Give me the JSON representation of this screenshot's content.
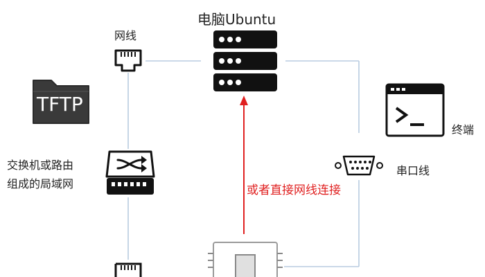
{
  "nodes": {
    "server": {
      "label": "电脑Ubuntu",
      "icon": "server-icon"
    },
    "cable_top": {
      "label": "网线",
      "icon": "ethernet-port-icon"
    },
    "tftp": {
      "label": "TFTP",
      "icon": "folder-icon"
    },
    "switch": {
      "label_line1": "交换机或路由",
      "label_line2": "组成的局域网",
      "icon": "network-switch-icon"
    },
    "terminal": {
      "label": "终端",
      "icon": "terminal-icon"
    },
    "serial": {
      "label": "串口线",
      "icon": "serial-port-icon"
    },
    "board": {
      "icon": "chip-icon"
    },
    "cable_bottom": {
      "icon": "ethernet-port-icon"
    }
  },
  "direct_link": {
    "label": "或者直接网线连接",
    "color": "#e02020"
  },
  "colors": {
    "line": "#b8cce0",
    "dark": "#111111",
    "tftp_folder": "#3a3a3a"
  }
}
